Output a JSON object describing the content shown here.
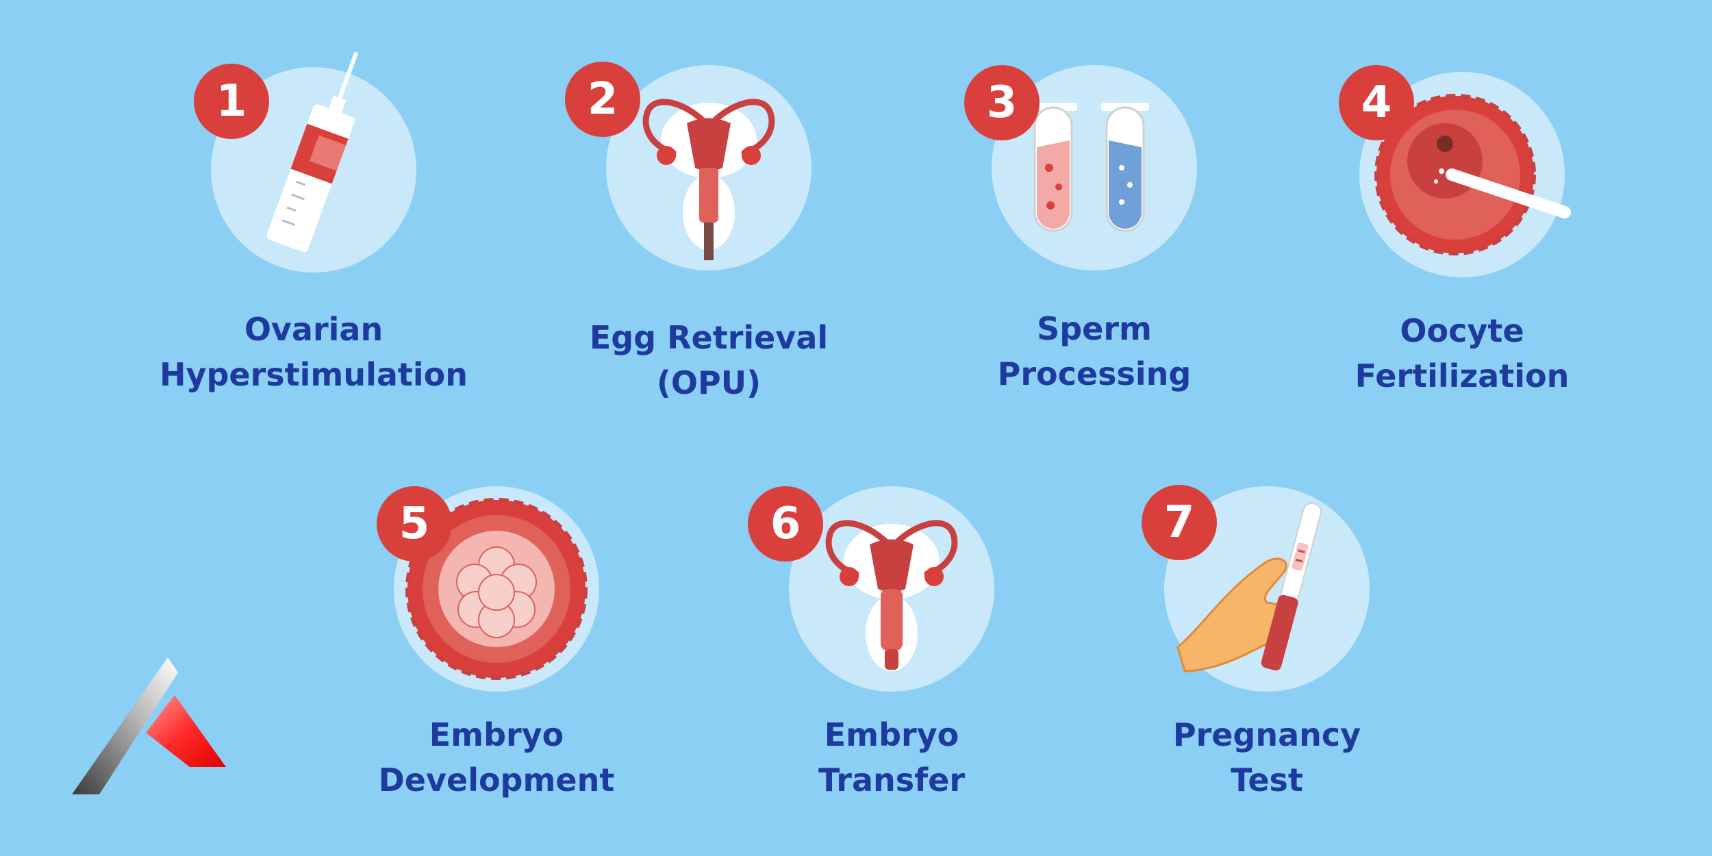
{
  "colors": {
    "background": "#8ccff4",
    "circle": "#c9e8f9",
    "badge": "#d9403c",
    "label": "#1e3a9e",
    "accent_red": "#c8403f",
    "accent_blue": "#6fa0d8"
  },
  "steps": [
    {
      "number": "1",
      "lines": [
        "Ovarian",
        "Hyperstimulation"
      ],
      "icon": "syringe-icon"
    },
    {
      "number": "2",
      "lines": [
        "Egg Retrieval",
        "(OPU)"
      ],
      "icon": "uterus-icon"
    },
    {
      "number": "3",
      "lines": [
        "Sperm",
        "Processing"
      ],
      "icon": "test-tubes-icon"
    },
    {
      "number": "4",
      "lines": [
        "Oocyte",
        "Fertilization"
      ],
      "icon": "oocyte-injection-icon"
    },
    {
      "number": "5",
      "lines": [
        "Embryo",
        "Development"
      ],
      "icon": "embryo-icon"
    },
    {
      "number": "6",
      "lines": [
        "Embryo",
        "Transfer"
      ],
      "icon": "uterus-icon"
    },
    {
      "number": "7",
      "lines": [
        "Pregnancy",
        "Test"
      ],
      "icon": "pregnancy-test-icon"
    }
  ],
  "logo": {
    "icon": "triangle-logo-icon"
  }
}
